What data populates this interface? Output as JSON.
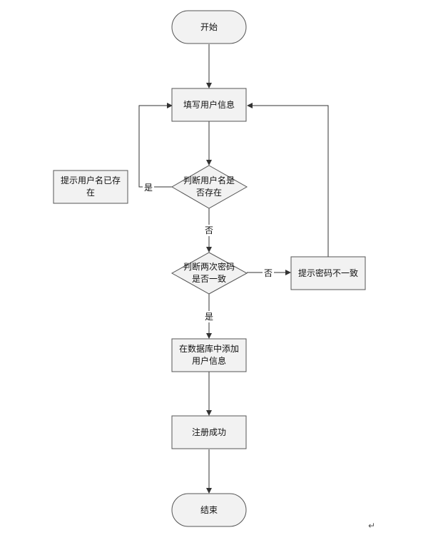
{
  "nodes": {
    "start": "开始",
    "fill_info": "填写用户信息",
    "check_username": [
      "判断用户名是",
      "否存在"
    ],
    "username_exists_msg": [
      "提示用户名已存",
      "在"
    ],
    "check_password": [
      "判断两次密码",
      "是否一致"
    ],
    "password_mismatch_msg": "提示密码不一致",
    "add_to_db": [
      "在数据库中添加",
      "用户信息"
    ],
    "register_success": "注册成功",
    "end": "结束"
  },
  "edges": {
    "yes_exists": "是",
    "no_exists": "否",
    "no_match": "否",
    "yes_match": "是"
  },
  "colors": {
    "process_fill": "#f2f2f2",
    "stroke": "#555555",
    "line": "#333333"
  },
  "paragraph_mark": "↵"
}
